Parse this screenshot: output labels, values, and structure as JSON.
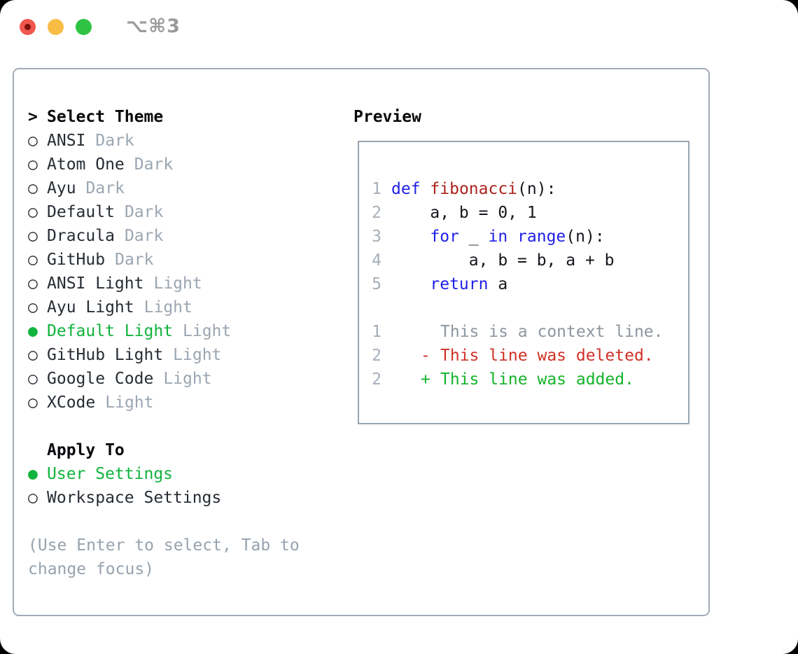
{
  "window": {
    "shortcut_label": "⌥⌘3"
  },
  "icons": {
    "radio_unselected": "○",
    "radio_selected": "●",
    "cursor": ">"
  },
  "colors": {
    "selected_green": "#10b33c",
    "diff_added_green": "#15b32a",
    "diff_deleted_red": "#cf3126",
    "keyword_blue": "#1f1fe8",
    "function_red": "#ab231b",
    "muted_gray": "#9ba6b2",
    "traffic_red": "#f0564e",
    "traffic_yellow": "#f9bd45",
    "traffic_green": "#2ec342"
  },
  "theme_picker": {
    "title": "Select Theme",
    "items": [
      {
        "name": "ANSI",
        "variant": "Dark",
        "selected": false
      },
      {
        "name": "Atom One",
        "variant": "Dark",
        "selected": false
      },
      {
        "name": "Ayu",
        "variant": "Dark",
        "selected": false
      },
      {
        "name": "Default",
        "variant": "Dark",
        "selected": false
      },
      {
        "name": "Dracula",
        "variant": "Dark",
        "selected": false
      },
      {
        "name": "GitHub",
        "variant": "Dark",
        "selected": false
      },
      {
        "name": "ANSI Light",
        "variant": "Light",
        "selected": false
      },
      {
        "name": "Ayu Light",
        "variant": "Light",
        "selected": false
      },
      {
        "name": "Default Light",
        "variant": "Light",
        "selected": true
      },
      {
        "name": "GitHub Light",
        "variant": "Light",
        "selected": false
      },
      {
        "name": "Google Code",
        "variant": "Light",
        "selected": false
      },
      {
        "name": "XCode",
        "variant": "Light",
        "selected": false
      }
    ],
    "apply_to": {
      "title": "Apply To",
      "options": [
        {
          "label": "User Settings",
          "selected": true
        },
        {
          "label": "Workspace Settings",
          "selected": false
        }
      ]
    },
    "hint": "(Use Enter to select, Tab to change focus)"
  },
  "preview": {
    "title": "Preview",
    "code_lines": [
      {
        "num": "1",
        "tokens": [
          {
            "text": "def",
            "type": "keyword"
          },
          {
            "text": " ",
            "type": "plain"
          },
          {
            "text": "fibonacci",
            "type": "function"
          },
          {
            "text": "(n):",
            "type": "plain"
          }
        ]
      },
      {
        "num": "2",
        "tokens": [
          {
            "text": "    a, b = 0, 1",
            "type": "plain"
          }
        ]
      },
      {
        "num": "3",
        "tokens": [
          {
            "text": "    ",
            "type": "plain"
          },
          {
            "text": "for",
            "type": "keyword"
          },
          {
            "text": " _ ",
            "type": "plain"
          },
          {
            "text": "in",
            "type": "keyword"
          },
          {
            "text": " ",
            "type": "plain"
          },
          {
            "text": "range",
            "type": "keyword"
          },
          {
            "text": "(n):",
            "type": "plain"
          }
        ]
      },
      {
        "num": "4",
        "tokens": [
          {
            "text": "        a, b = b, a + b",
            "type": "plain"
          }
        ]
      },
      {
        "num": "5",
        "tokens": [
          {
            "text": "    ",
            "type": "plain"
          },
          {
            "text": "return",
            "type": "keyword"
          },
          {
            "text": " a",
            "type": "plain"
          }
        ]
      }
    ],
    "diff_lines": [
      {
        "num": "1",
        "marker": " ",
        "text": "This is a context line.",
        "kind": "context"
      },
      {
        "num": "2",
        "marker": "-",
        "text": "This line was deleted.",
        "kind": "deleted"
      },
      {
        "num": "2",
        "marker": "+",
        "text": "This line was added.",
        "kind": "added"
      }
    ]
  }
}
